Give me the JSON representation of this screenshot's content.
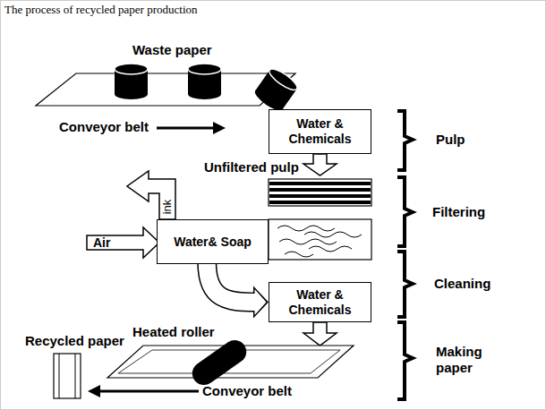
{
  "diagram": {
    "title": "The process of recycled paper production",
    "nodes": [
      {
        "text": [
          "Water & Chemicals"
        ]
      },
      {
        "text": [
          "Water& Soap"
        ]
      },
      {
        "text": [
          "Water & Chemicals"
        ]
      }
    ],
    "edges": [
      {
        "from": 1,
        "to": 2,
        "arrow": "to"
      }
    ],
    "labels": [
      "Waste paper",
      "Conveyor belt",
      "Unfiltered pulp",
      "ink",
      "Air",
      "Recycled paper",
      "Heated roller",
      "Conveyor belt",
      "Pulp",
      "Filtering",
      "Cleaning",
      "Making paper"
    ]
  }
}
